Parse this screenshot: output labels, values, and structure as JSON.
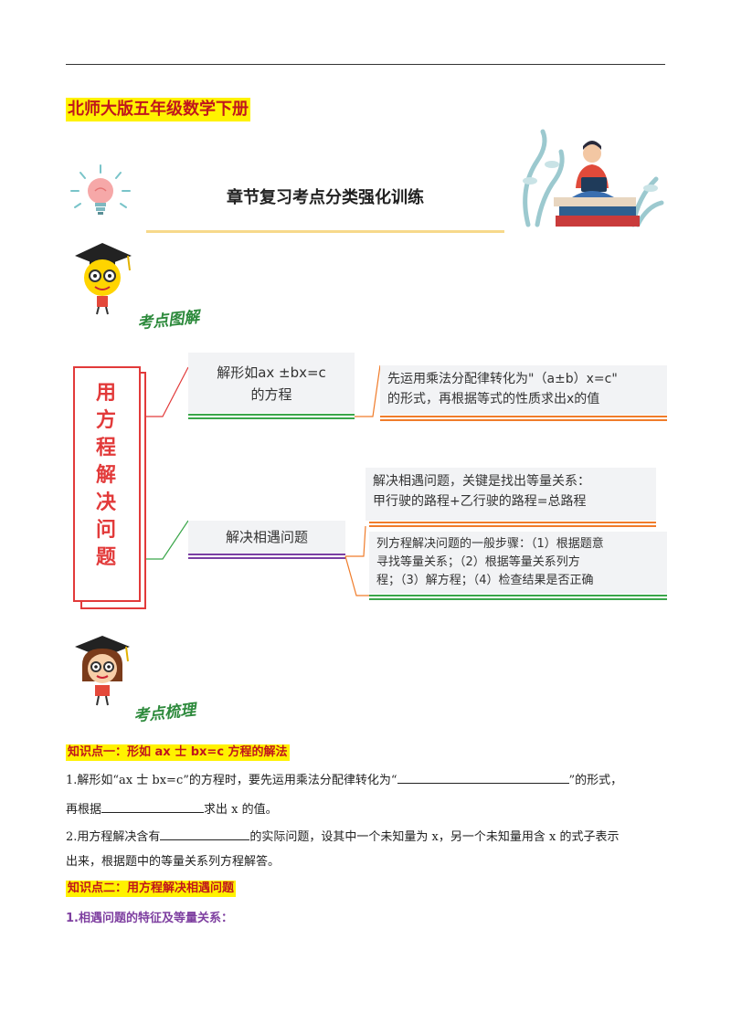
{
  "header": {
    "book_title": "北师大版五年级数学下册",
    "chapter_title": "章节复习考点分类强化训练"
  },
  "sections": {
    "diagram_label": "考点图解",
    "outline_label": "考点梳理"
  },
  "mindmap": {
    "root": [
      "用",
      "方",
      "程",
      "解",
      "决",
      "问",
      "题"
    ],
    "branches": [
      {
        "label_lines": [
          "解形如ax ±bx=c",
          "的方程"
        ],
        "leaves": [
          [
            "先运用乘法分配律转化为\"（a±b）x=c\"",
            "的形式，再根据等式的性质求出x的值"
          ]
        ]
      },
      {
        "label_lines": [
          "解决相遇问题"
        ],
        "leaves": [
          [
            "解决相遇问题，关键是找出等量关系：",
            "甲行驶的路程+乙行驶的路程=总路程"
          ],
          [
            "列方程解决问题的一般步骤：（1）根据题意",
            "寻找等量关系；（2）根据等量关系列方",
            "程；（3）解方程；（4）检查结果是否正确"
          ]
        ]
      }
    ]
  },
  "knowledge": {
    "kp1_title": "知识点一：形如 ax 士 bx=c 方程的解法",
    "p1_a": "1.解形如“ax 士 bx=c”的方程时，要先运用乘法分配律转化为“",
    "p1_b": "”的形式，",
    "p1_c": "再根据",
    "p1_d": "求出 x 的值。",
    "p2_a": "2.用方程解决含有",
    "p2_b": "的实际问题，设其中一个未知量为 x，另一个未知量用含 x 的式子表示",
    "p2_c": "出来，根据题中的等量关系列方程解答。",
    "kp2_title": "知识点二：用方程解决相遇问题",
    "sub1": "1.相遇问题的特征及等量关系："
  },
  "colors": {
    "red": "#e23a3a",
    "green": "#3aa64a",
    "purple": "#7b3fa3",
    "orange": "#f07c2a",
    "highlight": "#fff200"
  }
}
